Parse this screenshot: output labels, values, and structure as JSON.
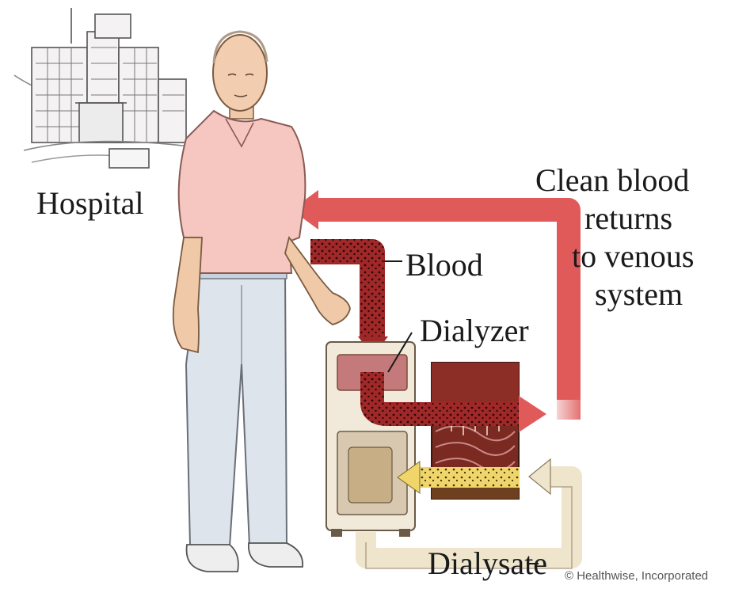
{
  "labels": {
    "hospital": "Hospital",
    "clean_blood_line1": "Clean blood",
    "clean_blood_line2": "returns",
    "clean_blood_line3": "to venous",
    "clean_blood_line4": "system",
    "blood": "Blood",
    "dialyzer": "Dialyzer",
    "dialysate": "Dialysate"
  },
  "credit": "© Healthwise, Incorporated",
  "colors": {
    "clean_blood": "#e05a5a",
    "dirty_blood": "#a02828",
    "dialysate": "#efe5cc",
    "dialysate_used": "#f0d060",
    "shirt": "#f6c6c0",
    "jeans": "#dde4ec",
    "machine": "#f0e8d8"
  }
}
